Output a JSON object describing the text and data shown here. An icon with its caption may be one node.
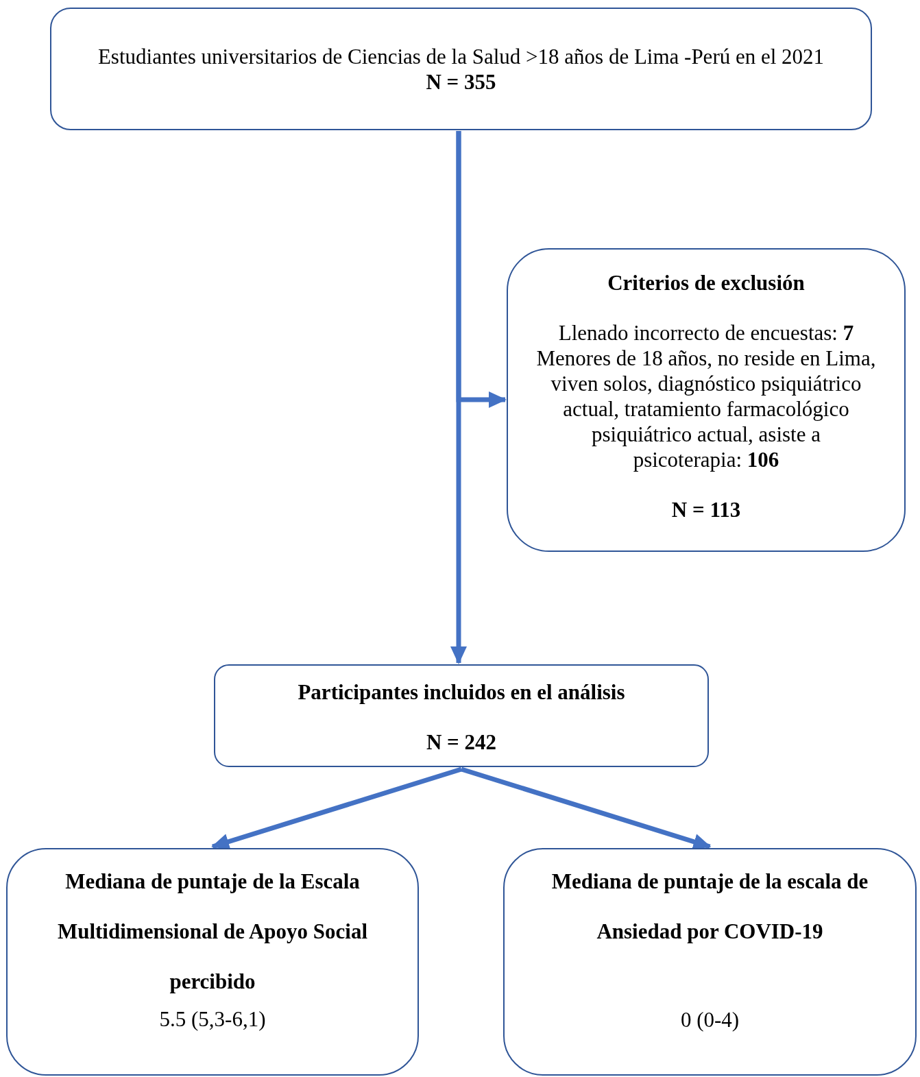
{
  "diagram": {
    "nodes": [
      {
        "text": [
          "Estudiantes universitarios de Ciencias de la Salud >18 años de Lima -Perú en el 2021",
          "N = 355"
        ]
      },
      {
        "text": [
          "Criterios de exclusión",
          "Llenado incorrecto de encuestas: **7** Menores de 18 años, no reside en Lima, viven solos, diagnóstico psiquiátrico actual, tratamiento farmacológico psiquiátrico actual, asiste a psicoterapia: **106**",
          "N = 113"
        ]
      },
      {
        "text": [
          "Participantes incluidos en el análisis",
          "N = 242"
        ]
      },
      {
        "text": [
          "Mediana de puntaje de la Escala Multidimensional de Apoyo Social percibido",
          "5.5 (5,3-6,1)"
        ]
      },
      {
        "text": [
          "Mediana de puntaje de la escala de Ansiedad por COVID-19",
          "0 (0-4)"
        ]
      }
    ],
    "edges": [
      {
        "from": 0,
        "to": 2,
        "arrow": "to"
      },
      {
        "from": 0,
        "to": 1,
        "arrow": "to"
      },
      {
        "from": 2,
        "to": 3,
        "arrow": "to"
      },
      {
        "from": 2,
        "to": 4,
        "arrow": "to"
      }
    ]
  }
}
